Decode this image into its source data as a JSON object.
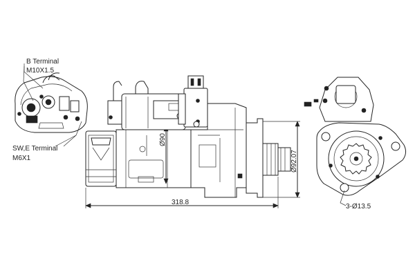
{
  "callouts": {
    "b_terminal": "B Terminal",
    "b_thread": "M10X1.5",
    "sw_terminal": "SW,E Terminal",
    "sw_thread": "M6X1"
  },
  "dimensions": {
    "length": "318.8",
    "body_dia": "Ø90",
    "pilot_dia": "Ø92.07",
    "holes": "3-Ø13.5"
  }
}
